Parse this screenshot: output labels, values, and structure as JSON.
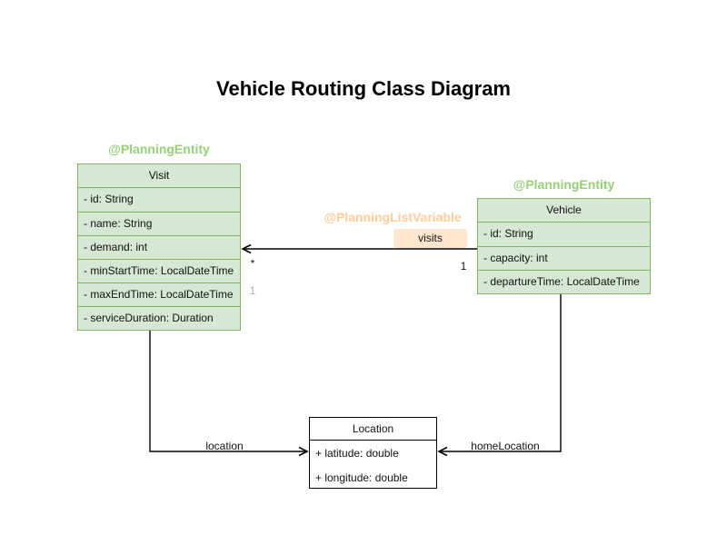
{
  "title": "Vehicle Routing Class Diagram",
  "classes": [
    {
      "name": "Visit",
      "annotation": "@PlanningEntity",
      "attributes": [
        "- id: String",
        "- name: String",
        "- demand: int",
        "- minStartTime: LocalDateTime",
        "- maxEndTime: LocalDateTime",
        "- serviceDuration: Duration"
      ]
    },
    {
      "name": "Vehicle",
      "annotation": "@PlanningEntity",
      "attributes": [
        "- id: String",
        "- capacity: int",
        "- departureTime: LocalDateTime"
      ]
    },
    {
      "name": "Location",
      "annotation": "",
      "attributes": [
        "+ latitude: double",
        "+ longitude: double"
      ]
    }
  ],
  "relationships": [
    {
      "from": "Vehicle",
      "to": "Visit",
      "label": "visits",
      "annotation": "@PlanningListVariable",
      "multiplicity_vehicle_end": "1",
      "multiplicity_visit_end": "*",
      "multiplicity_secondary": "1"
    },
    {
      "from": "Visit",
      "to": "Location",
      "label": "location"
    },
    {
      "from": "Vehicle",
      "to": "Location",
      "label": "homeLocation"
    }
  ],
  "colors": {
    "entity_fill": "#d5e8d4",
    "entity_stroke": "#82b366",
    "entity_annotation_text": "#97d077",
    "list_variable_annotation_text": "#ffcc99",
    "visits_label_bg": "#ffe6cc",
    "plain_class_fill": "#ffffff",
    "plain_class_stroke": "#000000",
    "secondary_multiplicity_text": "#b9a3d0",
    "connector": "#000000"
  }
}
